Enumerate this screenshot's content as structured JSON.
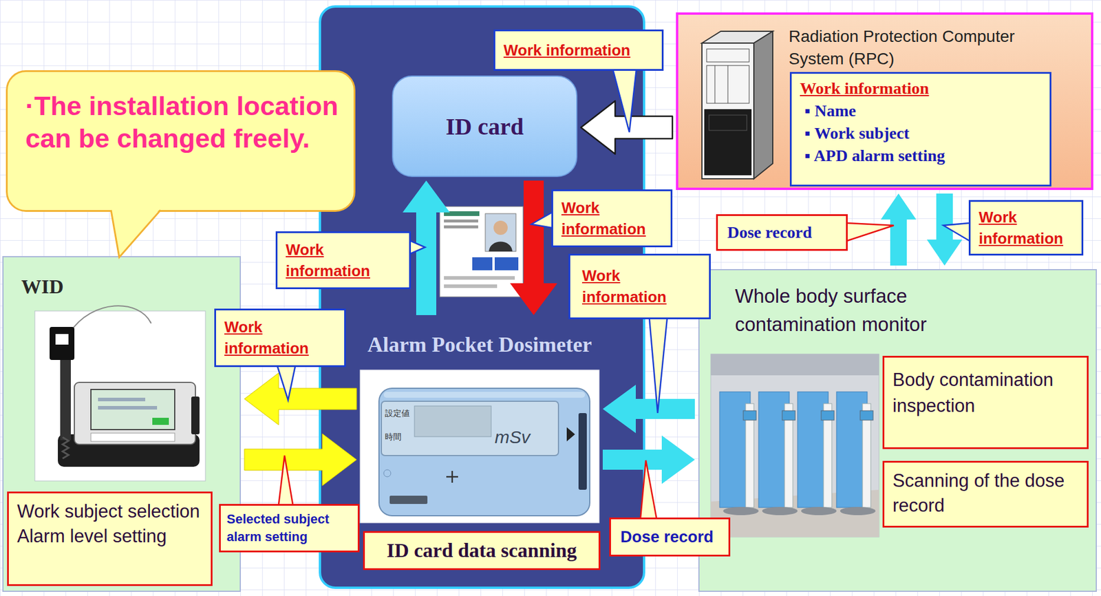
{
  "diagram": {
    "nodes": [
      {
        "text": [
          "·The installation location can be changed freely."
        ]
      },
      {
        "text": [
          "ID card"
        ]
      },
      {
        "text": [
          "Radiation Protection Computer System (RPC)"
        ]
      },
      {
        "text": [
          "Work information",
          "▪ Name",
          "▪ Work subject",
          "▪ APD alarm setting"
        ],
        "in": 2
      },
      {
        "text": [
          "WID"
        ]
      },
      {
        "text": [
          "Work subject selection",
          "Alarm level setting"
        ],
        "in": 4
      },
      {
        "text": [
          "Alarm Pocket Dosimeter"
        ]
      },
      {
        "text": [
          "ID card data scanning"
        ]
      },
      {
        "text": [
          "Whole body surface contamination monitor"
        ]
      },
      {
        "text": [
          "Body contamination inspection"
        ],
        "in": 8
      },
      {
        "text": [
          "Scanning of the dose record"
        ],
        "in": 8
      }
    ],
    "edges": [
      {
        "from": 2,
        "to": 1,
        "arrow": "to",
        "label": "Work information"
      },
      {
        "from": 6,
        "to": 1,
        "arrow": "to",
        "label": "Work information"
      },
      {
        "from": 1,
        "to": 6,
        "arrow": "to",
        "label": "Work information"
      },
      {
        "from": 6,
        "to": 4,
        "arrow": "to",
        "label": "Work information"
      },
      {
        "from": 4,
        "to": 6,
        "arrow": "to",
        "label": "Selected subject alarm setting"
      },
      {
        "from": 8,
        "to": 6,
        "arrow": "to",
        "label": "Work information"
      },
      {
        "from": 6,
        "to": 8,
        "arrow": "to",
        "label": "Dose record"
      },
      {
        "from": 8,
        "to": 2,
        "arrow": "to",
        "label": "Dose record"
      },
      {
        "from": 2,
        "to": 8,
        "arrow": "to",
        "label": "Work information"
      }
    ],
    "labels": [
      "設定値",
      "時間",
      "mSv"
    ]
  }
}
